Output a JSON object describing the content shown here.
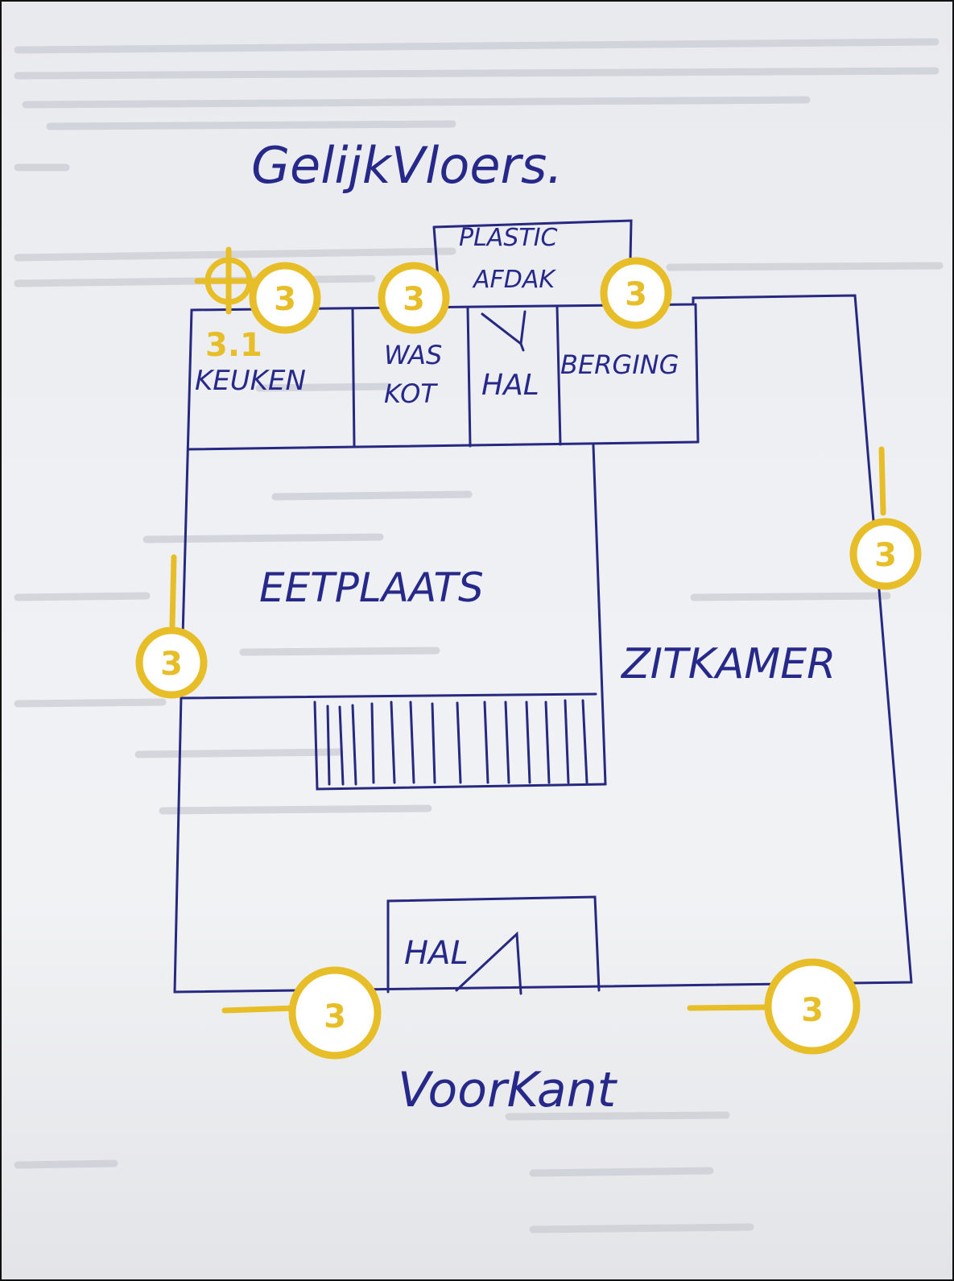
{
  "drawing": {
    "title": "GelijkVloers.",
    "footer": "VoorKant",
    "rooms": {
      "plastic_roof": [
        "PLASTIC",
        "AFDAK"
      ],
      "kitchen": "KEUKEN",
      "laundry": [
        "WAS",
        "KOT"
      ],
      "hall_back": "HAL",
      "storage": "BERGING",
      "dining": "EETPLAATS",
      "living": "ZITKAMER",
      "hall_front": "HAL"
    }
  },
  "annotations": {
    "color": "#e7bd28",
    "markers": [
      "3",
      "3",
      "3",
      "3",
      "3",
      "3",
      "3"
    ],
    "target_label": "3.1"
  }
}
